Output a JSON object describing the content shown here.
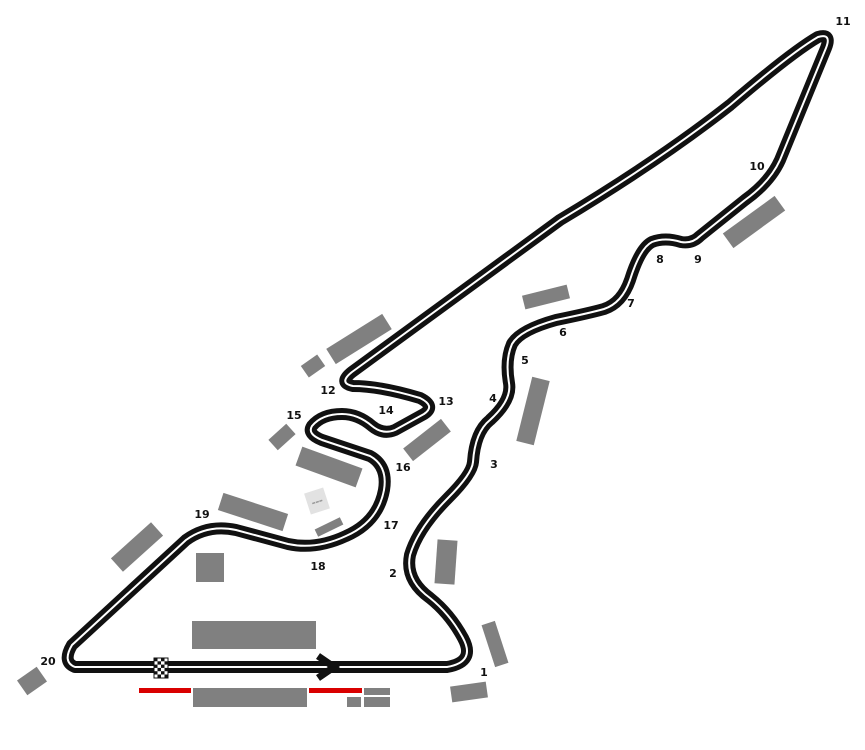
{
  "colors": {
    "background": "#ffffff",
    "track_outer": "#111111",
    "track_inner": "#ffffff",
    "building": "#808080",
    "kerb_red": "#d90000",
    "label": "#111111"
  },
  "icons": {
    "start_finish": "checkered-flag-icon",
    "direction": "direction-arrow-icon"
  },
  "turns": [
    {
      "number": "1"
    },
    {
      "number": "2"
    },
    {
      "number": "3"
    },
    {
      "number": "4"
    },
    {
      "number": "5"
    },
    {
      "number": "6"
    },
    {
      "number": "7"
    },
    {
      "number": "8"
    },
    {
      "number": "9"
    },
    {
      "number": "10"
    },
    {
      "number": "11"
    },
    {
      "number": "12"
    },
    {
      "number": "13"
    },
    {
      "number": "14"
    },
    {
      "number": "15"
    },
    {
      "number": "16"
    },
    {
      "number": "17"
    },
    {
      "number": "18"
    },
    {
      "number": "19"
    },
    {
      "number": "20"
    }
  ]
}
